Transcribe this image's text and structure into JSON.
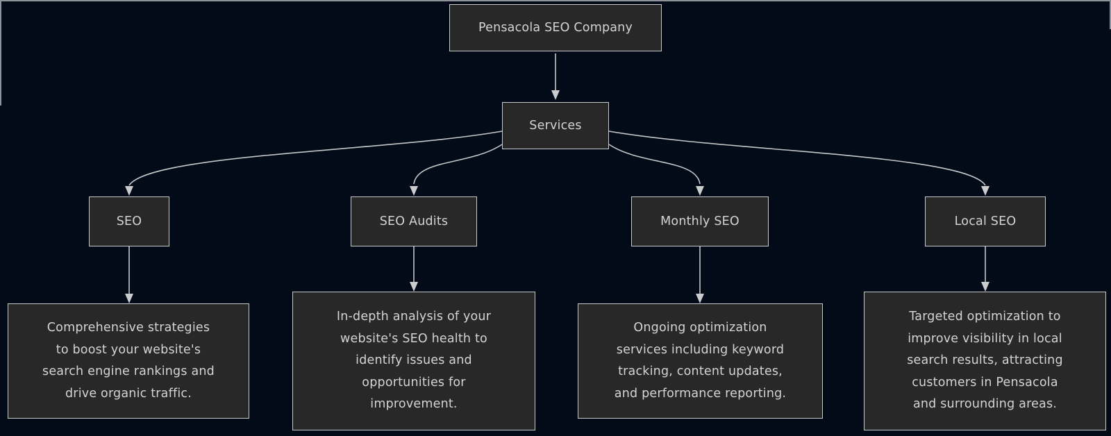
{
  "diagram": {
    "title_node": "Pensacola SEO Company",
    "colors": {
      "background": "#030a18",
      "node_fill": "#282828",
      "node_border": "#c9cbcd",
      "text": "#d4d4d4",
      "edge": "#c5c7c9",
      "frame_line": "#8f949a"
    },
    "edges": [
      {
        "from": "company",
        "to": "services"
      },
      {
        "from": "services",
        "to": "seo"
      },
      {
        "from": "services",
        "to": "seo_audits"
      },
      {
        "from": "services",
        "to": "monthly_seo"
      },
      {
        "from": "services",
        "to": "local_seo"
      },
      {
        "from": "seo",
        "to": "seo_description"
      },
      {
        "from": "seo_audits",
        "to": "seo_audits_description"
      },
      {
        "from": "monthly_seo",
        "to": "monthly_seo_description"
      },
      {
        "from": "local_seo",
        "to": "local_seo_description"
      }
    ]
  },
  "nodes": {
    "company": {
      "label": "Pensacola SEO Company"
    },
    "services": {
      "label": "Services"
    },
    "seo": {
      "label": "SEO",
      "description": "Comprehensive strategies to boost your website's search engine rankings and drive organic traffic.",
      "lines": [
        "Comprehensive strategies",
        "to boost your website's",
        "search engine rankings and",
        "drive organic traffic."
      ]
    },
    "seo_audits": {
      "label": "SEO Audits",
      "description": "In-depth analysis of your website's SEO health to identify issues and opportunities for improvement.",
      "lines": [
        "In-depth analysis of your",
        "website's SEO health to",
        "identify issues and",
        "opportunities for",
        "improvement."
      ]
    },
    "monthly_seo": {
      "label": "Monthly SEO",
      "description": "Ongoing optimization services including keyword tracking, content updates, and performance reporting.",
      "lines": [
        "Ongoing optimization",
        "services including keyword",
        "tracking, content updates,",
        "and performance reporting."
      ]
    },
    "local_seo": {
      "label": "Local SEO",
      "description": "Targeted optimization to improve visibility in local search results, attracting customers in Pensacola and surrounding areas.",
      "lines": [
        "Targeted optimization to",
        "improve visibility in local",
        "search results, attracting",
        "customers in Pensacola",
        "and surrounding areas."
      ]
    }
  }
}
